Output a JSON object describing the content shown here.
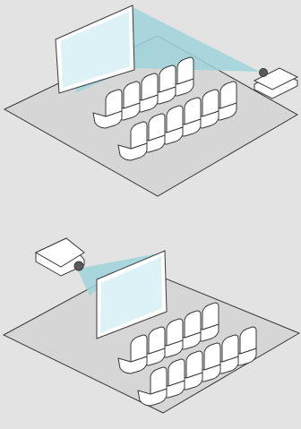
{
  "colors": {
    "background": "#e3e3e3",
    "floor_fill": "#d6d6d6",
    "floor_stroke": "#3a3a3a",
    "beam_fill": "#9fd4dc",
    "screen_face": "#dcf2f6",
    "screen_frame": "#ffffff",
    "chair_fill": "#ffffff",
    "chair_stroke": "#3a3a3a",
    "projector_body": "#ffffff",
    "projector_stroke": "#3a3a3a",
    "lens": "#5a5a5a"
  },
  "scenes": [
    {
      "name": "rear-projection-setup",
      "projector_position": "floor-right",
      "chair_rows": 2,
      "chairs_per_row": 5
    },
    {
      "name": "ceiling-projection-setup",
      "projector_position": "upper-left",
      "chair_rows": 2,
      "chairs_per_row": 5
    }
  ]
}
